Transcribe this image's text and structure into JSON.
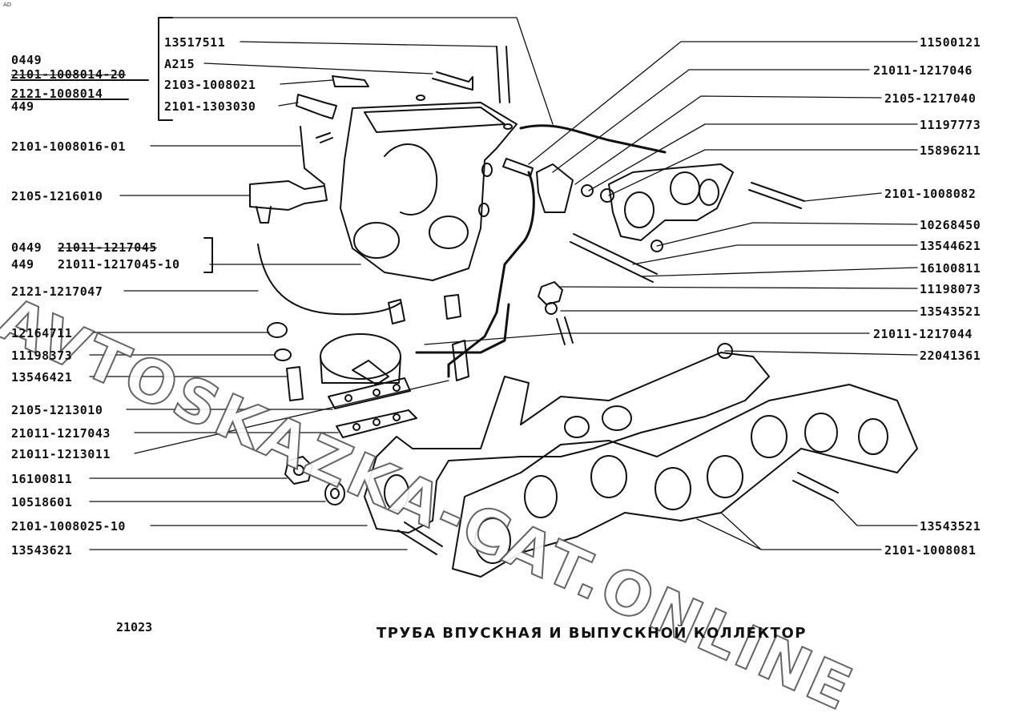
{
  "corner_mark": "AD",
  "model_code": "21023",
  "title": "ТРУБА ВПУСКНАЯ И ВЫПУСКНОЙ КОЛЛЕКТОР",
  "watermark": "AVTOSKAZKA-CAT.ONLINE",
  "side_note": {
    "line1": "0449",
    "line2": "2101-1008014-20",
    "line3": "2121-1008014",
    "line4": "449"
  },
  "group_note": {
    "a_prefix": "0449",
    "a_part": "21011-1217045",
    "b_prefix": "449",
    "b_part": "21011-1217045-10"
  },
  "left_labels": [
    "13517511",
    "A215",
    "2103-1008021",
    "2101-1303030",
    "2101-1008016-01",
    "2105-1216010",
    "2121-1217047",
    "12164711",
    "11198373",
    "13546421",
    "2105-1213010",
    "21011-1217043",
    "21011-1213011",
    "16100811",
    "10518601",
    "2101-1008025-10",
    "13543621"
  ],
  "right_labels": [
    "11500121",
    "21011-1217046",
    "2105-1217040",
    "11197773",
    "15896211",
    "2101-1008082",
    "10268450",
    "13544621",
    "16100811",
    "11198073",
    "13543521",
    "21011-1217044",
    "22041361",
    "13543521",
    "2101-1008081"
  ]
}
